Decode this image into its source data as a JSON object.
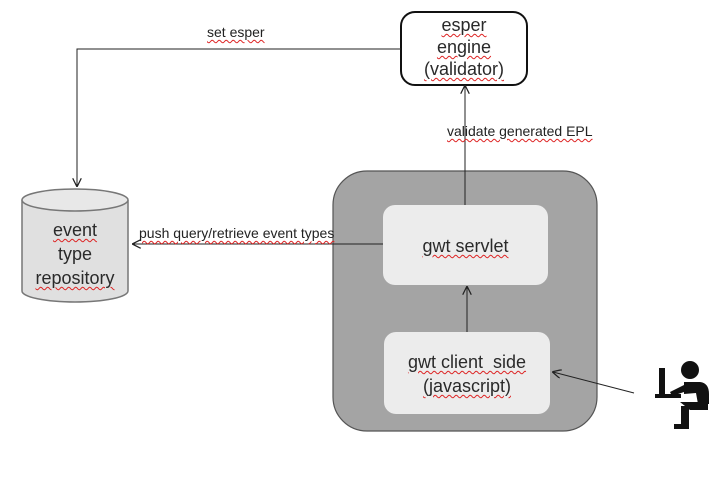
{
  "nodes": {
    "esper_engine": {
      "lines": [
        "esper",
        "engine",
        "(validator)"
      ]
    },
    "event_repository": {
      "lines": [
        "event",
        "type",
        "repository"
      ]
    },
    "gwt_servlet": {
      "label": "gwt servlet"
    },
    "gwt_client": {
      "lines": [
        "gwt client  side",
        "(javascript)"
      ]
    },
    "user": {
      "icon": "person-at-computer-icon"
    }
  },
  "edges": {
    "set_esper": "set esper",
    "validate_epl": "validate generated EPL",
    "push_query": "push query/retrieve event types"
  },
  "colors": {
    "container": "#a4a4a4",
    "inner_box": "#ececec",
    "cylinder": "#e0e0e0",
    "line": "#222222"
  }
}
